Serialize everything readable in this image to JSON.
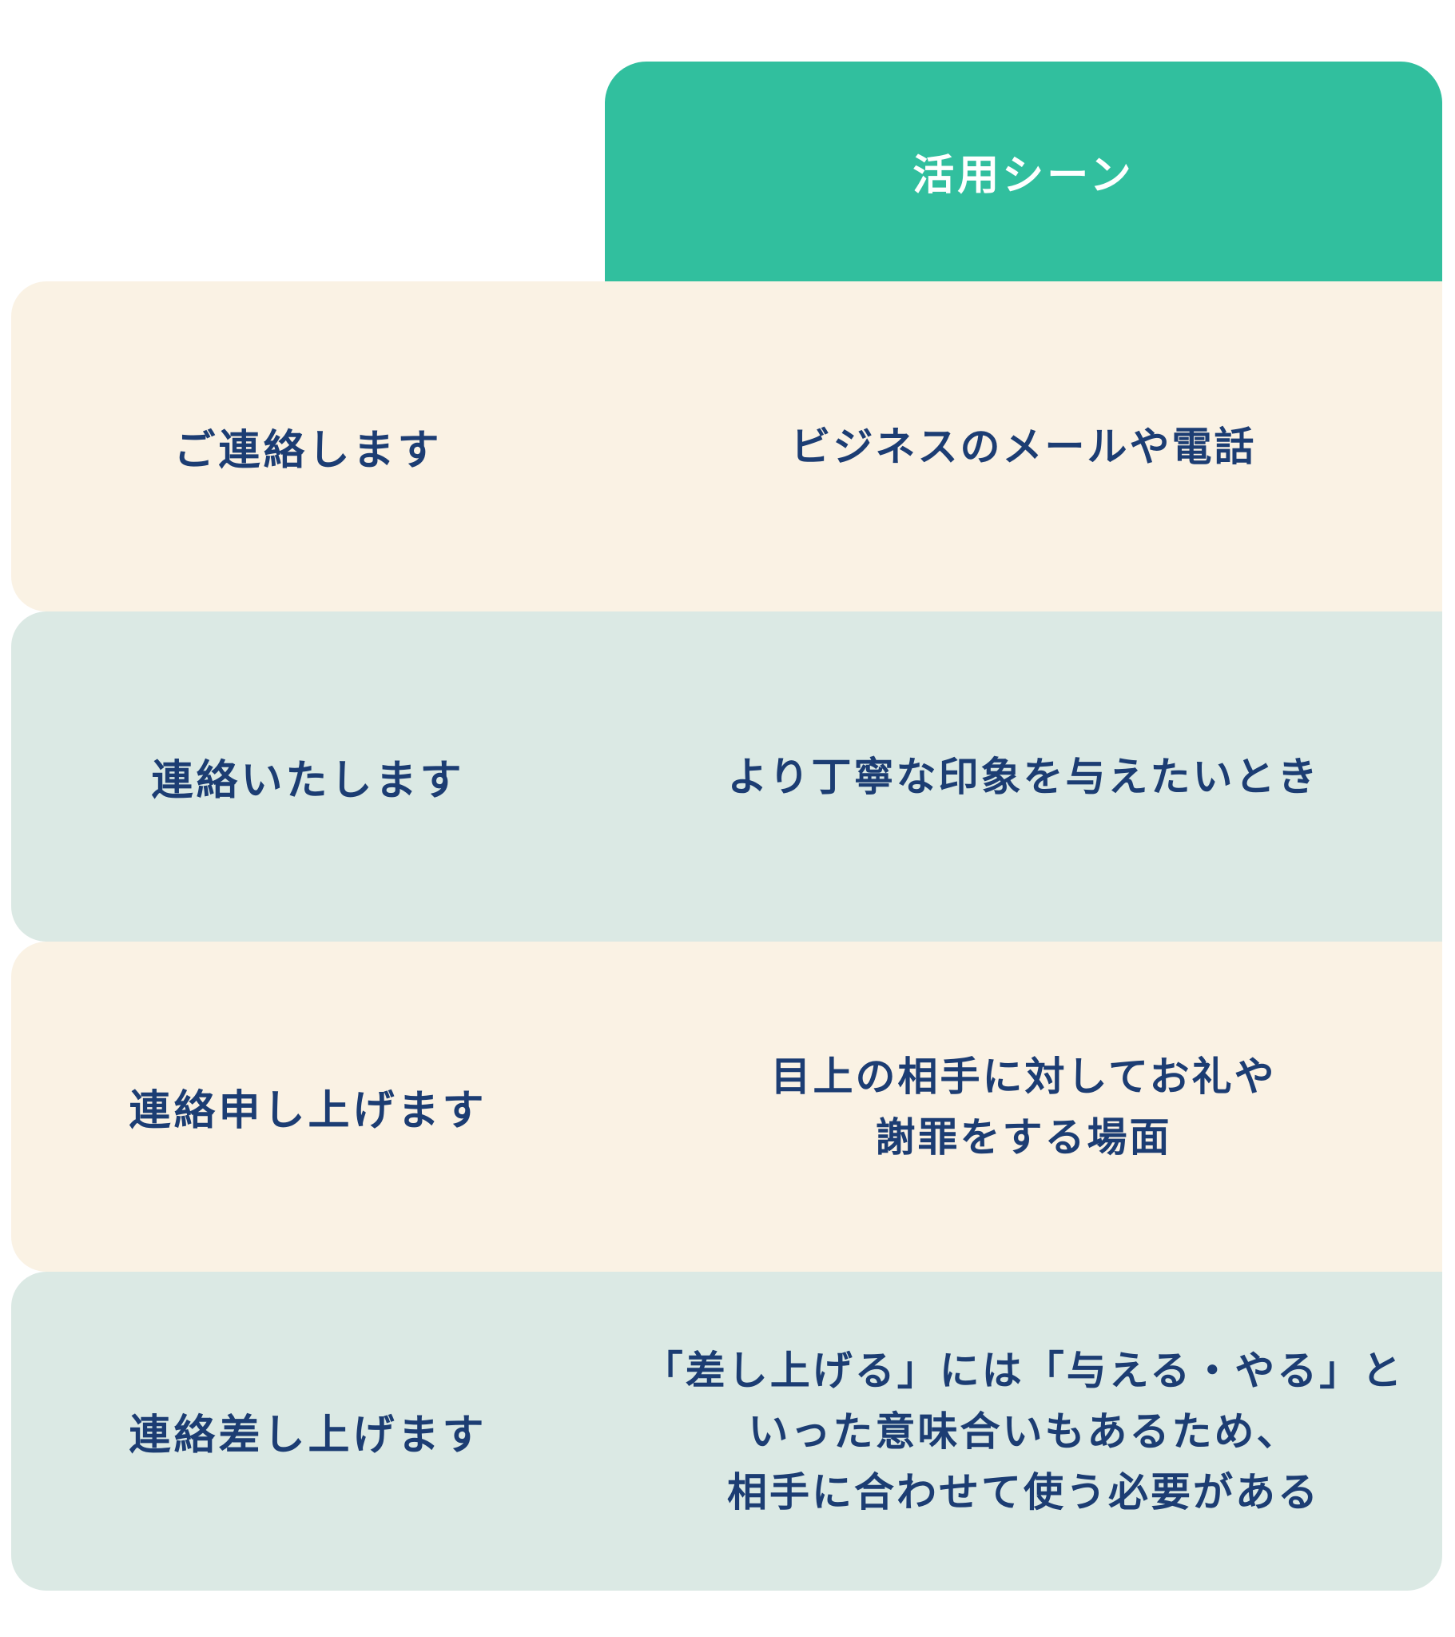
{
  "table": {
    "header": {
      "usage_label": "活用シーン"
    },
    "rows": [
      {
        "term": "ご連絡します",
        "usage": "ビジネスのメールや電話"
      },
      {
        "term": "連絡いたします",
        "usage": "より丁寧な印象を与えたいとき"
      },
      {
        "term": "連絡申し上げます",
        "usage": "目上の相手に対してお礼や\n謝罪をする場面"
      },
      {
        "term": "連絡差し上げます",
        "usage": "「差し上げる」には「与える・やる」と\nいった意味合いもあるため、\n相手に合わせて使う必要がある"
      }
    ]
  },
  "colors": {
    "header_bg": "#31bf9e",
    "header_text": "#ffffff",
    "row_cream": "#faf2e4",
    "row_mint": "#dbe9e4",
    "body_text": "#1c3d73"
  }
}
